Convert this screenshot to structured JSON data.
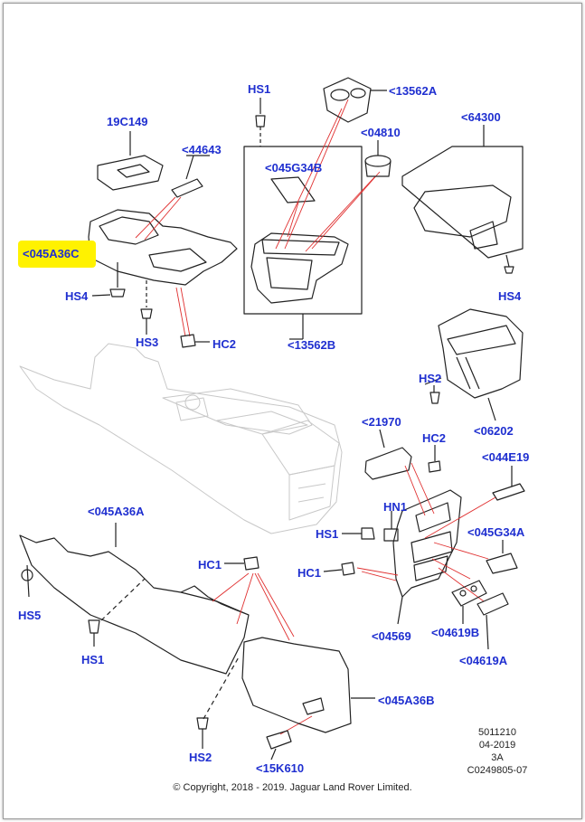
{
  "labels": {
    "19C149": "19C149",
    "44643": "<44643",
    "045A36C": "<045A36C",
    "HS4_left": "HS4",
    "HS3": "HS3",
    "HC2_left": "HC2",
    "HS1_top": "HS1",
    "045G34B": "<045G34B",
    "13562A": "<13562A",
    "04810": "<04810",
    "13562B": "<13562B",
    "64300": "<64300",
    "HS4_right": "HS4",
    "HS2_right": "HS2",
    "06202": "<06202",
    "21970": "<21970",
    "HC2_right": "HC2",
    "044E19": "<044E19",
    "HN1": "HN1",
    "HS1_mid": "HS1",
    "045G34A": "<045G34A",
    "HC1_right": "HC1",
    "04619B": "<04619B",
    "04569": "<04569",
    "04619A": "<04619A",
    "045A36A": "<045A36A",
    "HS5": "HS5",
    "HS1_bottom": "HS1",
    "HC1_bottom": "HC1",
    "045A36B": "<045A36B",
    "HS2_bottom": "HS2",
    "15K610": "<15K610"
  },
  "highlight": {
    "color": "#fff200",
    "label_key": "045A36C"
  },
  "label_color": "#1f2fd0",
  "meta": {
    "line1": "5011210",
    "line2": "04-2019",
    "line3": "3A",
    "line4": "C0249805-07"
  },
  "copyright": "© Copyright, 2018 - 2019. Jaguar Land Rover Limited."
}
